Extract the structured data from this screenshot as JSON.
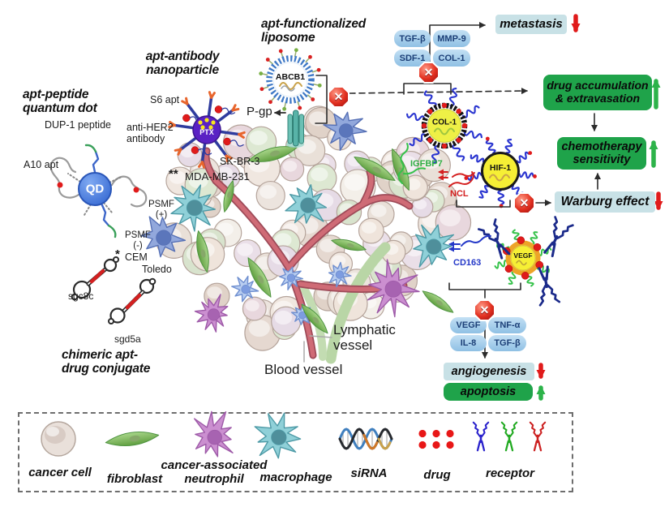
{
  "strategies": {
    "qd": {
      "title": "apt-peptide\nquantum dot",
      "peptide": "DUP-1 peptide",
      "apt": "A10 apt",
      "core": "QD"
    },
    "ab": {
      "title": "apt-antibody\nnanoparticle",
      "apt": "S6 apt",
      "antibody": "anti-HER2\nantibody",
      "core": "PTX",
      "cell1": "SK-BR-3",
      "stars": "**",
      "cell2": "MDA-MB-231"
    },
    "lipo": {
      "title": "apt-functionalized\nliposome",
      "core": "ABCB1",
      "target": "P-gp"
    },
    "chim": {
      "title": "chimeric apt-\ndrug conjugate",
      "apt1": "sgc8c",
      "apt2": "sgd5a",
      "star": "*",
      "cell_psmf_pos": "PSMF\n(+)",
      "cell_psmf_neg": "PSMF\n(-)",
      "cell_cem": "CEM",
      "cell_toledo": "Toledo"
    }
  },
  "np": {
    "col1": "COL-1",
    "hif1": "HIF-1",
    "vegf": "VEGF"
  },
  "markers": {
    "igfbp7": "IGFBP7",
    "ncl": "NCL",
    "cd163": "CD163"
  },
  "cytokines_top": [
    "TGF-β",
    "MMP-9",
    "SDF-1",
    "COL-1"
  ],
  "cytokines_bottom": [
    "VEGF",
    "TNF-α",
    "IL-8",
    "TGF-β"
  ],
  "outcomes": {
    "metastasis": {
      "label": "metastasis",
      "direction": "down"
    },
    "drug": {
      "label": "drug accumulation\n& extravasation",
      "direction": "up"
    },
    "chemo": {
      "label": "chemotherapy\nsensitivity",
      "direction": "up"
    },
    "warburg": {
      "label": "Warburg effect",
      "direction": "down"
    },
    "angio": {
      "label": "angiogenesis",
      "direction": "down"
    },
    "apop": {
      "label": "apoptosis",
      "direction": "up"
    }
  },
  "vessels": {
    "lymphatic": "Lymphatic\nvessel",
    "blood": "Blood vessel"
  },
  "legend": [
    {
      "label": "cancer cell"
    },
    {
      "label": "fibroblast"
    },
    {
      "label": "cancer-associated\nneutrophil"
    },
    {
      "label": "macrophage"
    },
    {
      "label": "siRNA"
    },
    {
      "label": "drug"
    },
    {
      "label": "receptor"
    }
  ],
  "icons": {
    "blocked": "✕"
  },
  "colors": {
    "green_box": "#1fa34a",
    "blue_box": "#c8e1e6",
    "pill_bg": "#a4cdea",
    "pill_text": "#1c3f77",
    "up_arrow": "#2db34a",
    "down_arrow": "#e01b1b",
    "x_icon": "#d42020"
  }
}
